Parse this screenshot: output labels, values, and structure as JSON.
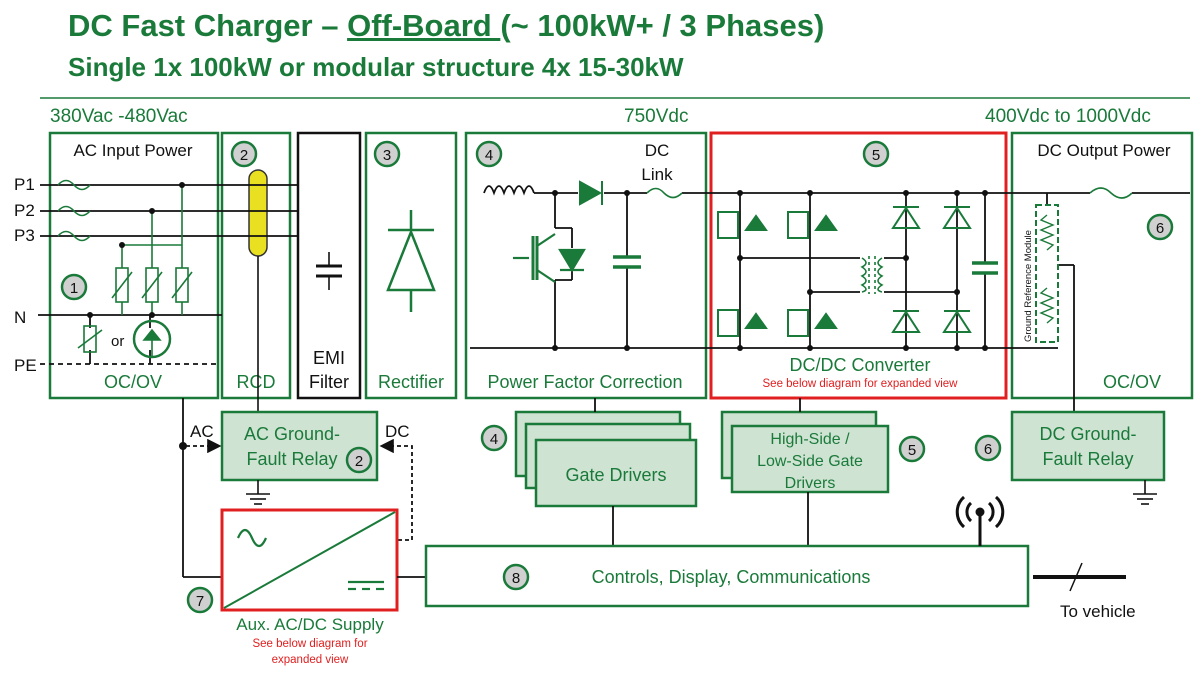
{
  "title": {
    "part1": "DC Fast Charger – ",
    "underlined": "Off-Board ",
    "part2": "(~ 100kW+ / 3 Phases)"
  },
  "subtitle": "Single 1x 100kW or modular structure 4x 15-30kW",
  "voltages": {
    "ac_in": "380Vac -480Vac",
    "dc_link": "750Vdc",
    "dc_out": "400Vdc to 1000Vdc"
  },
  "lines": {
    "p1": "P1",
    "p2": "P2",
    "p3": "P3",
    "n": "N",
    "pe": "PE"
  },
  "blocks": {
    "ac_input": {
      "title": "AC Input Power",
      "footer": "OC/OV",
      "num": "1",
      "or": "or"
    },
    "rcd": {
      "num": "2",
      "label": "RCD"
    },
    "emi": {
      "line1": "EMI",
      "line2": "Filter"
    },
    "rectifier": {
      "num": "3",
      "label": "Rectifier"
    },
    "pfc": {
      "num": "4",
      "label": "Power Factor Correction",
      "dc1": "DC",
      "dc2": "Link"
    },
    "dcdc": {
      "num": "5",
      "label": "DC/DC Converter",
      "note": "See below diagram for expanded view"
    },
    "dc_output": {
      "title": "DC Output Power",
      "num": "6",
      "footer": "OC/OV",
      "grm": "Ground Reference Module"
    },
    "ac_gf_relay": {
      "line1": "AC Ground-",
      "line2": "Fault Relay",
      "num": "2",
      "ac": "AC",
      "dc": "DC"
    },
    "gate_drivers": {
      "label": "Gate Drivers",
      "num": "4"
    },
    "hs_ls": {
      "line1": "High-Side /",
      "line2": "Low-Side Gate",
      "line3": "Drivers",
      "num": "5"
    },
    "dc_gf_relay": {
      "line1": "DC Ground-",
      "line2": "Fault Relay",
      "num": "6"
    },
    "aux": {
      "label": "Aux. AC/DC Supply",
      "note1": "See below diagram for",
      "note2": "expanded view",
      "num": "7"
    },
    "controls": {
      "label": "Controls, Display, Communications",
      "num": "8"
    },
    "vehicle": {
      "label": "To vehicle"
    }
  },
  "colors": {
    "green": "#1a7a3a",
    "fill": "#cfe3d3",
    "red": "#e02020",
    "yellow": "#e8e020"
  }
}
